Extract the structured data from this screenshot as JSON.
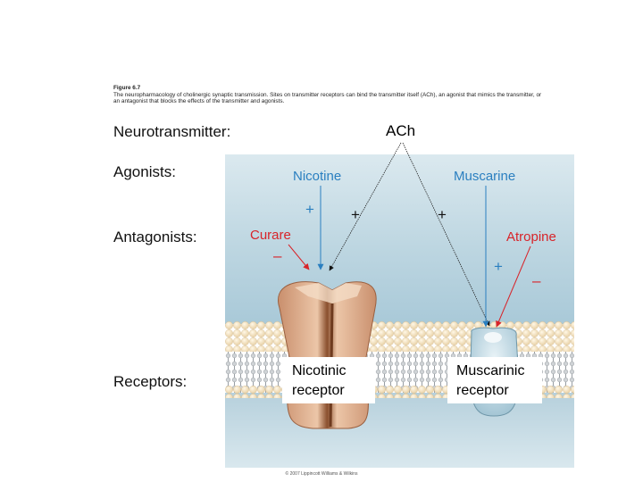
{
  "caption": {
    "figure": "Figure 6.7",
    "text": "The neuropharmacology of cholinergic synaptic transmission. Sites on transmitter receptors can bind the transmitter itself (ACh), an agonist that mimics the transmitter, or an antagonist that blocks the effects of the transmitter and agonists."
  },
  "rows": {
    "neurotransmitter": "Neurotransmitter:",
    "agonists": "Agonists:",
    "antagonists": "Antagonists:",
    "receptors": "Receptors:"
  },
  "molecules": {
    "ach": "ACh",
    "nicotine": "Nicotine",
    "muscarine": "Muscarine",
    "curare": "Curare",
    "atropine": "Atropine"
  },
  "signs": {
    "plus": "+",
    "minus": "–"
  },
  "receptors": {
    "nicotinic_line1": "Nicotinic",
    "nicotinic_line2": "receptor",
    "muscarinic_line1": "Muscarinic",
    "muscarinic_line2": "receptor"
  },
  "credit": "© 2007 Lippincott Williams & Wilkins",
  "colors": {
    "agonist_blue": "#2a7fc0",
    "antagonist_red": "#d8242a",
    "background_blue": "#c4dbe5",
    "membrane": "#f1dfbd"
  }
}
